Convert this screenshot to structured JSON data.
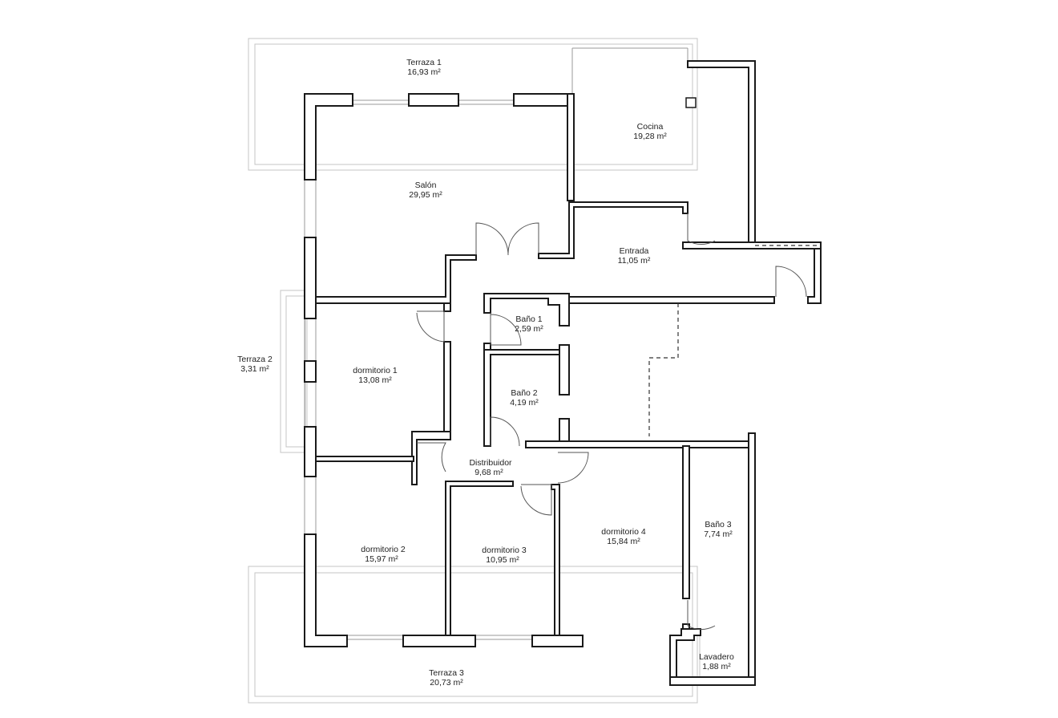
{
  "plan": {
    "rooms": [
      {
        "id": "terraza-1",
        "name": "Terraza 1",
        "area": "16,93 m²"
      },
      {
        "id": "cocina",
        "name": "Cocina",
        "area": "19,28 m²"
      },
      {
        "id": "salon",
        "name": "Salón",
        "area": "29,95 m²"
      },
      {
        "id": "entrada",
        "name": "Entrada",
        "area": "11,05 m²"
      },
      {
        "id": "bano-1",
        "name": "Baño 1",
        "area": "2,59 m²"
      },
      {
        "id": "terraza-2",
        "name": "Terraza 2",
        "area": "3,31 m²"
      },
      {
        "id": "dormitorio-1",
        "name": "dormitorio 1",
        "area": "13,08 m²"
      },
      {
        "id": "bano-2",
        "name": "Baño 2",
        "area": "4,19 m²"
      },
      {
        "id": "distribuidor",
        "name": "Distribuidor",
        "area": "9,68 m²"
      },
      {
        "id": "dormitorio-4",
        "name": "dormitorio 4",
        "area": "15,84 m²"
      },
      {
        "id": "bano-3",
        "name": "Baño 3",
        "area": "7,74 m²"
      },
      {
        "id": "dormitorio-2",
        "name": "dormitorio 2",
        "area": "15,97 m²"
      },
      {
        "id": "dormitorio-3",
        "name": "dormitorio 3",
        "area": "10,95 m²"
      },
      {
        "id": "lavadero",
        "name": "Lavadero",
        "area": "1,88 m²"
      },
      {
        "id": "terraza-3",
        "name": "Terraza 3",
        "area": "20,73 m²"
      }
    ]
  }
}
